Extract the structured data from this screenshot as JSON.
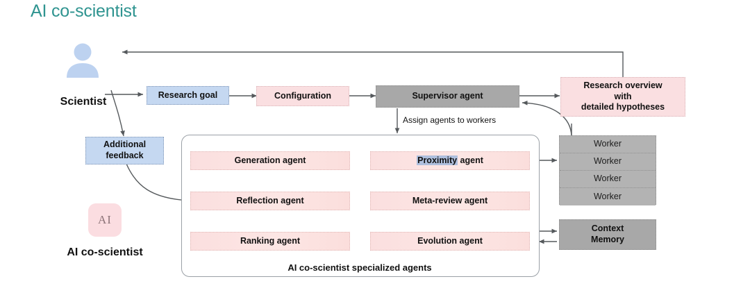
{
  "title": "AI co-scientist",
  "theme": {
    "title_color": "#2f9490",
    "blue_fill": "#c5d8f1",
    "pink_fill": "#fadfe1",
    "gray_fill": "#a8a8a8",
    "worker_fill": "#b3b3b3",
    "agent_fill": "#fbdfdf",
    "arrow_gray": "#55595c",
    "arrow_red": "#c0363b",
    "highlight_blue": "#aebfdd"
  },
  "actors": {
    "scientist_label": "Scientist",
    "scientist_icon": "person-icon",
    "ai_logo_text": "AI",
    "ai_logo_label": "AI co-scientist"
  },
  "flow": {
    "research_goal": "Research goal",
    "additional_feedback": "Additional\nfeedback",
    "additional_feedback_line1": "Additional",
    "additional_feedback_line2": "feedback",
    "configuration": "Configuration",
    "supervisor_agent": "Supervisor agent",
    "assign_label": "Assign agents to workers",
    "research_overview_line1": "Research overview",
    "research_overview_line2": "with",
    "research_overview_line3": "detailed hypotheses"
  },
  "agents_panel": {
    "caption": "AI co-scientist specialized agents",
    "agents": [
      {
        "id": "generation",
        "label": "Generation agent",
        "column": "left",
        "row": 1
      },
      {
        "id": "proximity",
        "label": "Proximity agent",
        "label_highlight": "Proximity",
        "label_rest": " agent",
        "column": "right",
        "row": 1
      },
      {
        "id": "reflection",
        "label": "Reflection agent",
        "column": "left",
        "row": 2
      },
      {
        "id": "meta-review",
        "label": "Meta-review agent",
        "column": "right",
        "row": 2
      },
      {
        "id": "ranking",
        "label": "Ranking agent",
        "column": "left",
        "row": 3
      },
      {
        "id": "evolution",
        "label": "Evolution agent",
        "column": "right",
        "row": 3
      }
    ]
  },
  "workers": {
    "rows": [
      "Worker",
      "Worker",
      "Worker",
      "Worker"
    ]
  },
  "context_memory": {
    "line1": "Context",
    "line2": "Memory"
  }
}
